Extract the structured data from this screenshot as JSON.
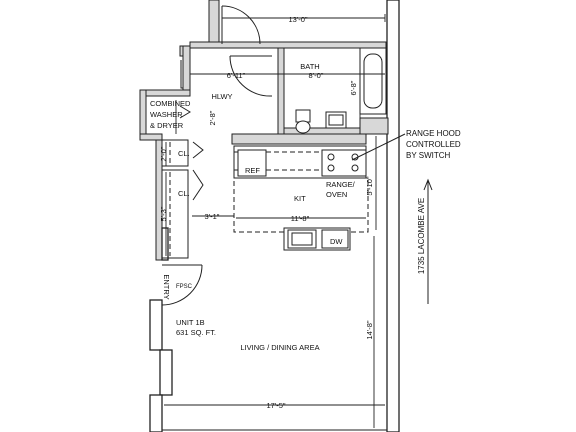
{
  "rooms": {
    "bath": "BATH",
    "hallway": "HLWY",
    "washer_dryer": [
      "COMBINED",
      "WASHER",
      "& DRYER"
    ],
    "closet_upper": "CL.",
    "closet_lower": "CL.",
    "kitchen": "KIT",
    "living_dining": "LIVING / DINING AREA",
    "entry": "ENTRY",
    "unit_name": "UNIT 1B",
    "unit_area": "631 SQ. FT."
  },
  "fixtures": {
    "refrigerator": "REF",
    "range_oven": [
      "RANGE/",
      "OVEN"
    ],
    "dishwasher": "DW",
    "fpsc": "FPSC"
  },
  "dimensions": {
    "top_width": "13'-0\"",
    "hallway_width": "6'-11\"",
    "bath_width": "8'-0\"",
    "bath_depth": "6'-8\"",
    "washer_depth": "2'-8\"",
    "closet_upper": "2'-0\"",
    "closet_lower": "5'-3\"",
    "kitchen_width": "11'-8\"",
    "kitchen_depth": "5'-10\"",
    "left_offset": "3'-1\"",
    "living_depth": "14'-8\"",
    "bottom_width": "17'-5\""
  },
  "notes": {
    "range_hood": [
      "RANGE HOOD",
      "CONTROLLED",
      "BY SWITCH"
    ],
    "street": "1735 LACOMBE AVE"
  }
}
